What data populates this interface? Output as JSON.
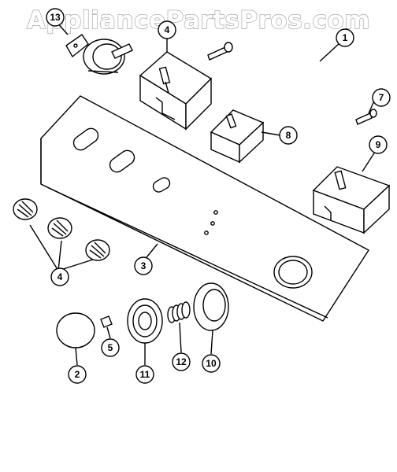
{
  "watermark": "AppliancePartsPros.com",
  "callouts": [
    "13",
    "4",
    "1",
    "7",
    "8",
    "9",
    "3",
    "4",
    "2",
    "5",
    "11",
    "12",
    "10"
  ]
}
